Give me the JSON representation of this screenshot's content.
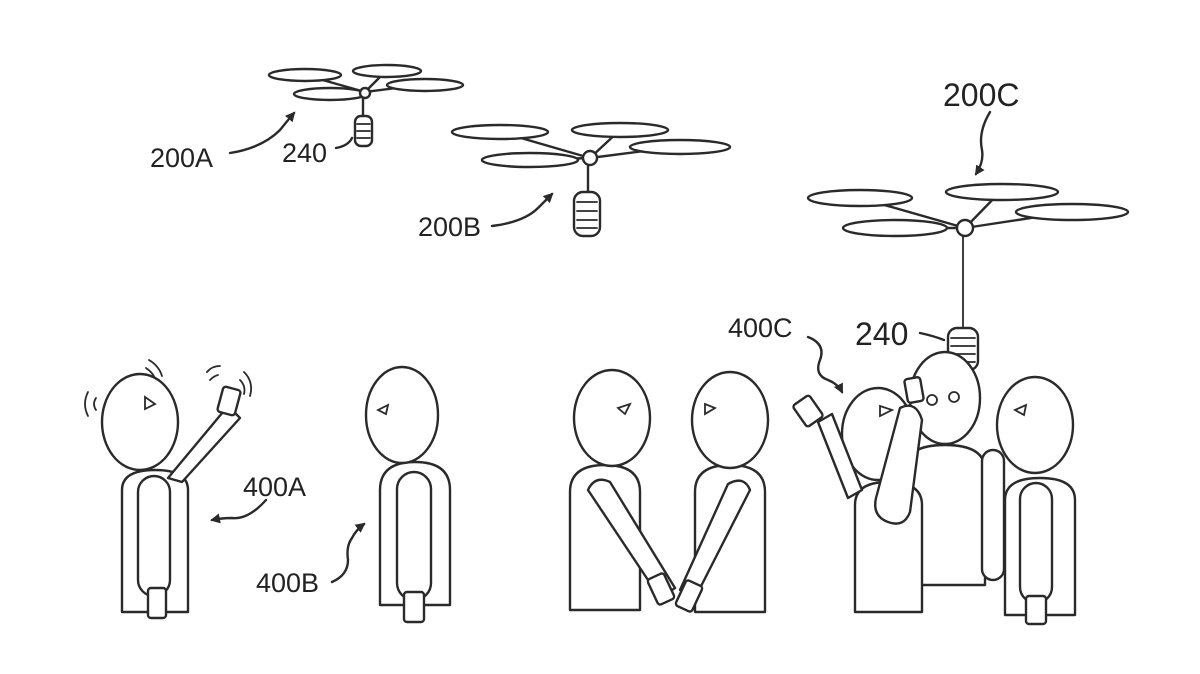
{
  "figure": {
    "labels": {
      "drone_a": "200A",
      "drone_b": "200B",
      "drone_c": "200C",
      "payload_a": "240",
      "payload_c": "240",
      "person_a": "400A",
      "person_b": "400B",
      "person_c": "400C"
    }
  }
}
